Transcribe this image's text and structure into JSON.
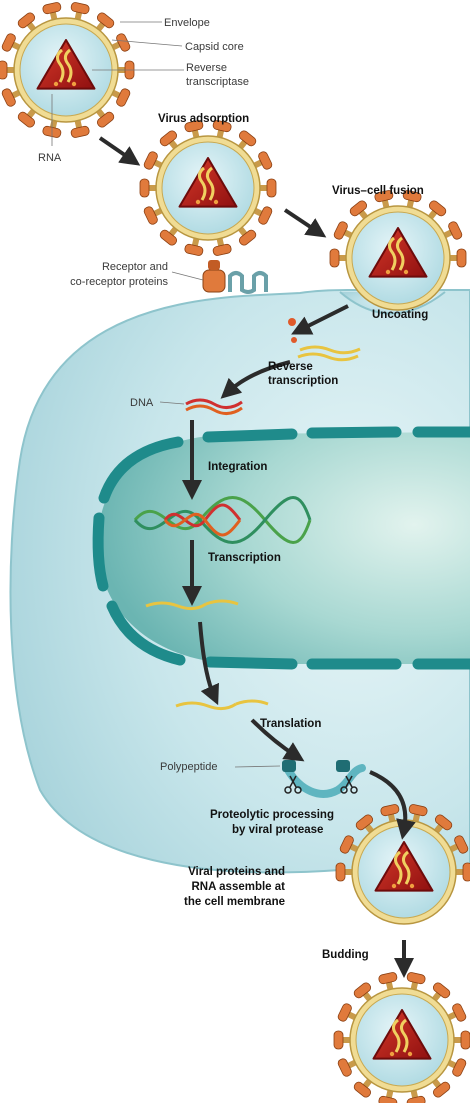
{
  "labels": {
    "envelope": "Envelope",
    "capsid_core": "Capsid core",
    "reverse_transcriptase_1": "Reverse",
    "reverse_transcriptase_2": "transcriptase",
    "rna": "RNA",
    "receptor_1": "Receptor and",
    "receptor_2": "co-receptor proteins",
    "dna": "DNA",
    "polypeptide": "Polypeptide"
  },
  "steps": {
    "virus_adsorption": "Virus adsorption",
    "virus_cell_fusion": "Virus–cell fusion",
    "uncoating": "Uncoating",
    "reverse_transcription_1": "Reverse",
    "reverse_transcription_2": "transcription",
    "integration": "Integration",
    "transcription": "Transcription",
    "translation": "Translation",
    "proteolytic_1": "Proteolytic processing",
    "proteolytic_2": "by viral protease",
    "assembly_1": "Viral proteins and",
    "assembly_2": "RNA assemble at",
    "assembly_3": "the cell membrane",
    "budding": "Budding"
  },
  "colors": {
    "cytoplasm": "#bfe0e6",
    "nucleus": "#8ec7c6",
    "nuclear_envelope": "#1f8b8b",
    "capsid": "#c21d1d",
    "envelope_protein": "#e07a3c",
    "lipid_head": "#f0dc94",
    "arrow": "#333333"
  }
}
